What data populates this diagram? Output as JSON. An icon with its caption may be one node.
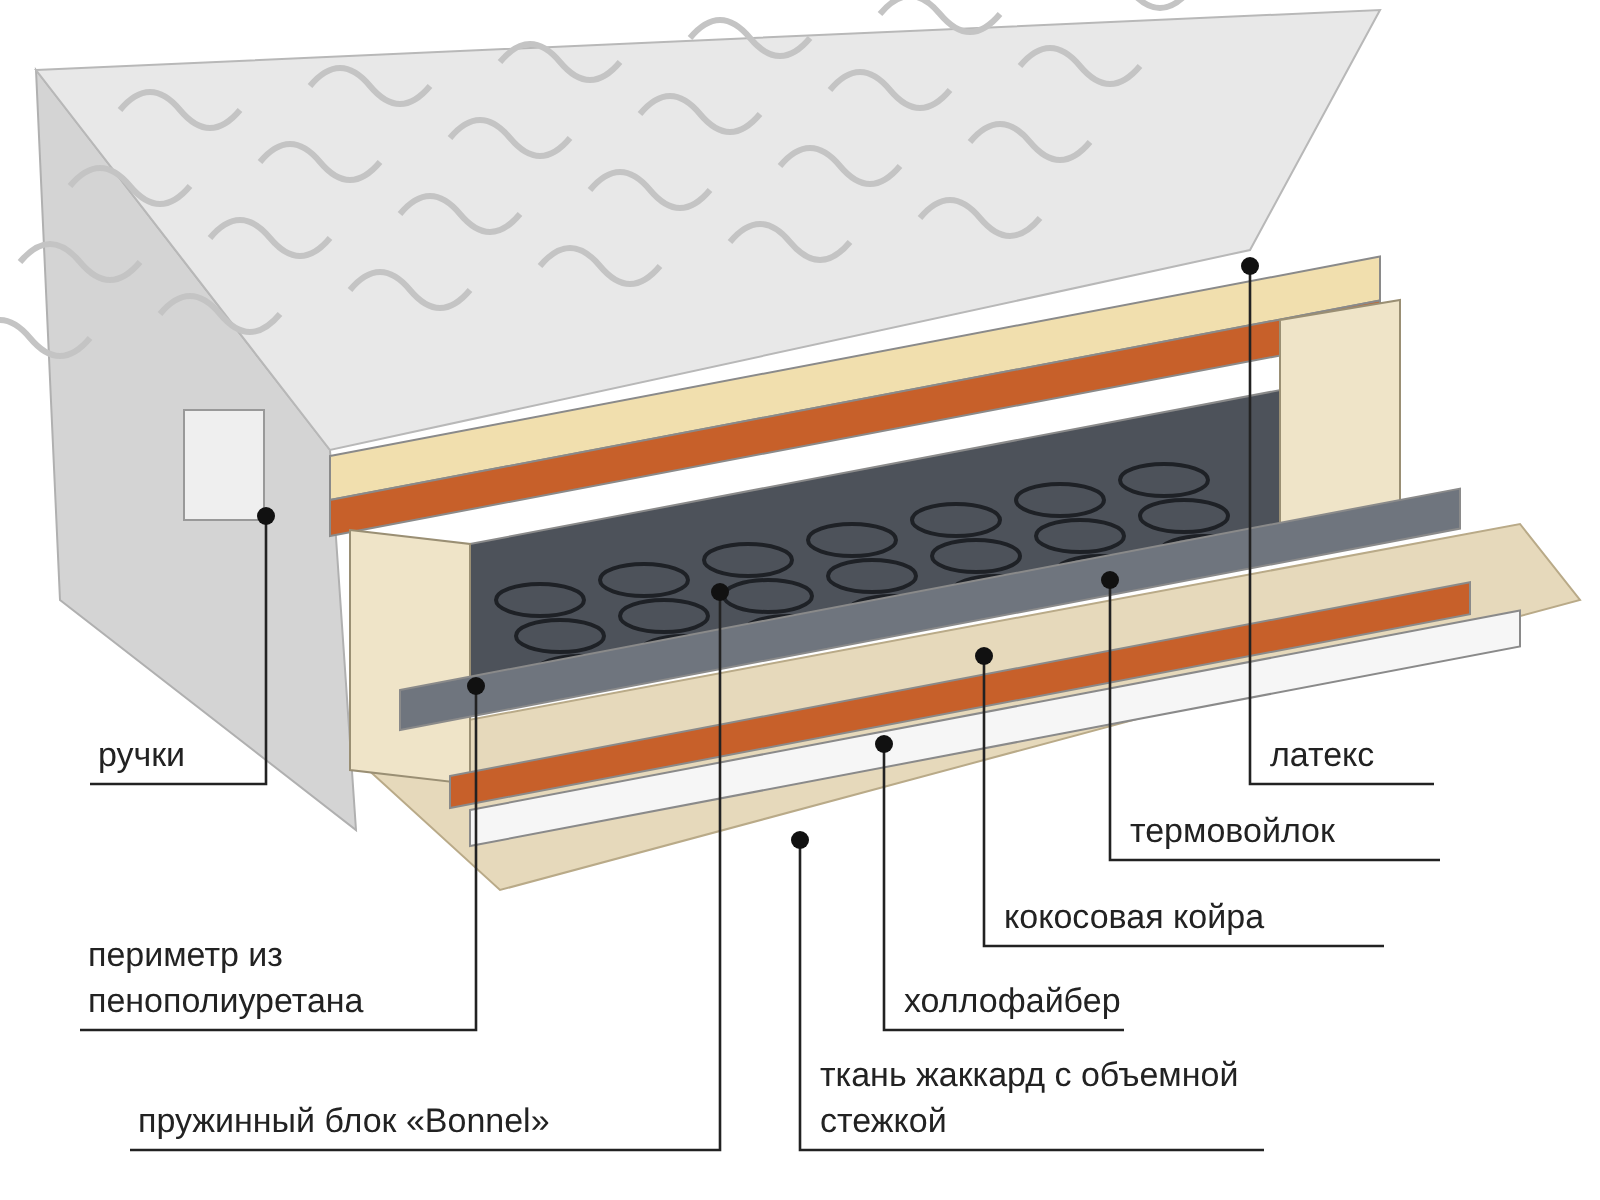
{
  "diagram": {
    "nodes": [
      {
        "text": [
          "ручки"
        ]
      },
      {
        "text": [
          "периметр из пенополиуретана"
        ]
      },
      {
        "text": [
          "пружинный блок «Bonnel»"
        ]
      },
      {
        "text": [
          "латекс"
        ]
      },
      {
        "text": [
          "термовойлок"
        ]
      },
      {
        "text": [
          "кокосовая койра"
        ]
      },
      {
        "text": [
          "холлофайбер"
        ]
      },
      {
        "text": [
          "ткань жаккард с объемной стежкой"
        ]
      }
    ],
    "edges": [
      {
        "from": 0,
        "to": null,
        "arrow": "other"
      },
      {
        "from": 1,
        "to": null,
        "arrow": "other"
      },
      {
        "from": 2,
        "to": null,
        "arrow": "other"
      },
      {
        "from": 3,
        "to": null,
        "arrow": "other"
      },
      {
        "from": 4,
        "to": null,
        "arrow": "other"
      },
      {
        "from": 5,
        "to": null,
        "arrow": "other"
      },
      {
        "from": 6,
        "to": null,
        "arrow": "other"
      },
      {
        "from": 7,
        "to": null,
        "arrow": "other"
      }
    ]
  }
}
